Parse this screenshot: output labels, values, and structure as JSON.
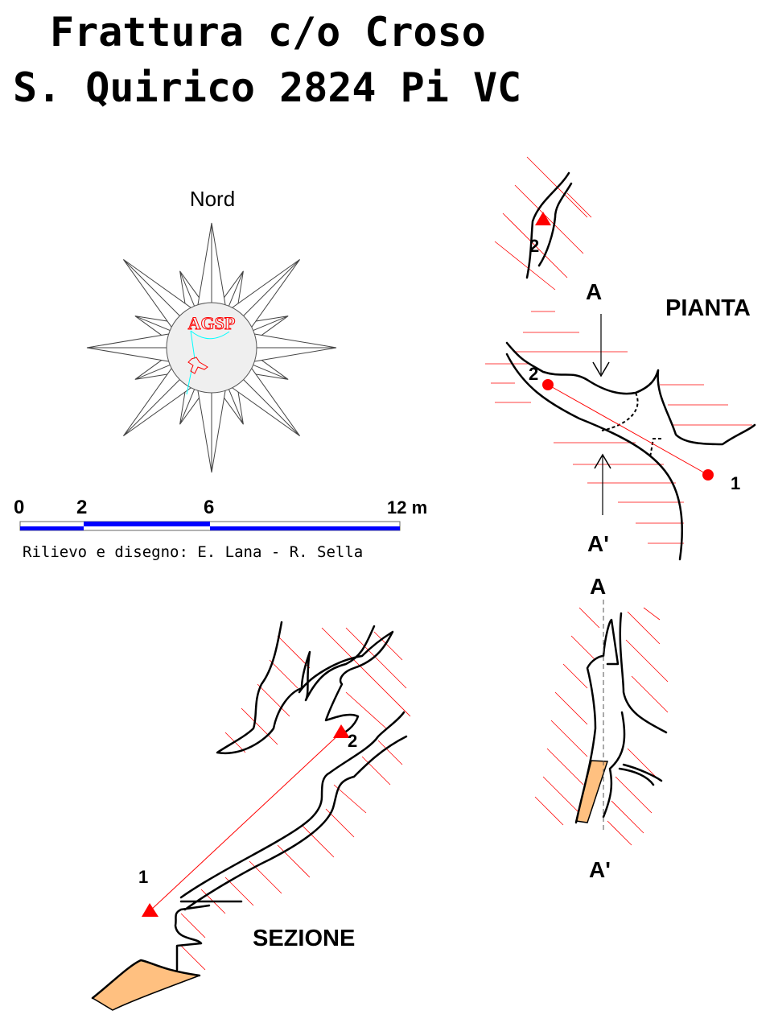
{
  "title": {
    "line1": "Frattura c/o Croso",
    "line2": "S. Quirico 2824 Pi VC"
  },
  "compass": {
    "north_label": "Nord",
    "logo_text": "AGSP"
  },
  "scale_bar": {
    "ticks": [
      "0",
      "2",
      "6",
      "12 m"
    ],
    "color": "#0000ff"
  },
  "credits": "Rilievo e disegno: E. Lana - R. Sella",
  "plan": {
    "label": "PIANTA",
    "section_top": "A",
    "section_bottom": "A'",
    "stations": [
      "2",
      "2",
      "1"
    ]
  },
  "cross_section": {
    "top": "A",
    "bottom": "A'"
  },
  "section": {
    "label": "SEZIONE",
    "stations": [
      "1",
      "2"
    ]
  },
  "colors": {
    "station": "#ff0000",
    "hatch": "#ff0000",
    "sediment": "#ffc080"
  }
}
